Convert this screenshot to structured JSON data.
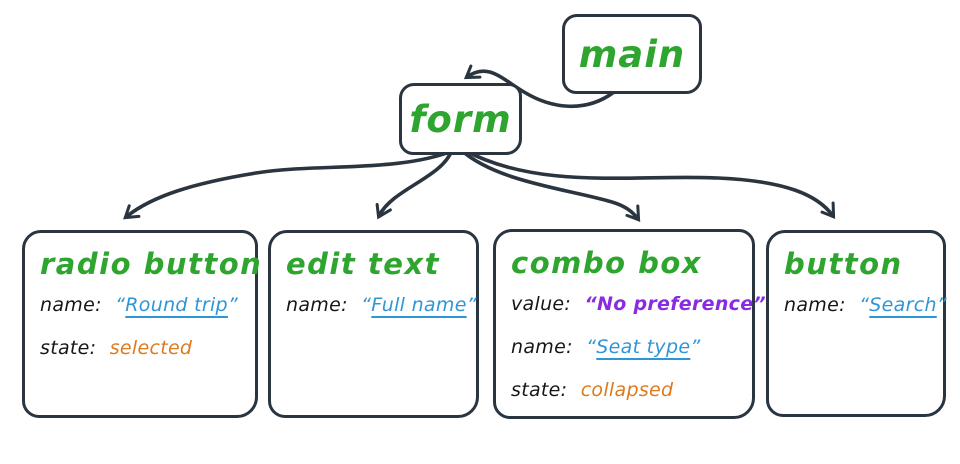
{
  "colors": {
    "ink": "#2A3540",
    "green": "#2DA52E",
    "blue": "#2E96D6",
    "orange": "#DD7A1E",
    "purple": "#8A2BE2",
    "label": "#161616",
    "background": "#FFFFFF"
  },
  "nodes": {
    "main": {
      "title": "main"
    },
    "form": {
      "title": "form"
    },
    "radio_button": {
      "title": "radio button",
      "properties": [
        {
          "label": "name:",
          "quote_open": "“",
          "value": "Round trip",
          "quote_close": "”"
        },
        {
          "label": "state:",
          "value": "selected"
        }
      ]
    },
    "edit_text": {
      "title": "edit text",
      "properties": [
        {
          "label": "name:",
          "quote_open": "“",
          "value": "Full name",
          "quote_close": "”"
        }
      ]
    },
    "combo_box": {
      "title": "combo box",
      "properties": [
        {
          "label": "value:",
          "quote_open": "“",
          "value": "No preference",
          "quote_close": "”"
        },
        {
          "label": "name:",
          "quote_open": "“",
          "value": "Seat type",
          "quote_close": "”"
        },
        {
          "label": "state:",
          "value": "collapsed"
        }
      ]
    },
    "button": {
      "title": "button",
      "properties": [
        {
          "label": "name:",
          "quote_open": "“",
          "value": "Search",
          "quote_close": "”"
        }
      ]
    }
  },
  "edges": [
    {
      "from": "main",
      "to": "form"
    },
    {
      "from": "form",
      "to": "radio_button"
    },
    {
      "from": "form",
      "to": "edit_text"
    },
    {
      "from": "form",
      "to": "combo_box"
    },
    {
      "from": "form",
      "to": "button"
    }
  ]
}
